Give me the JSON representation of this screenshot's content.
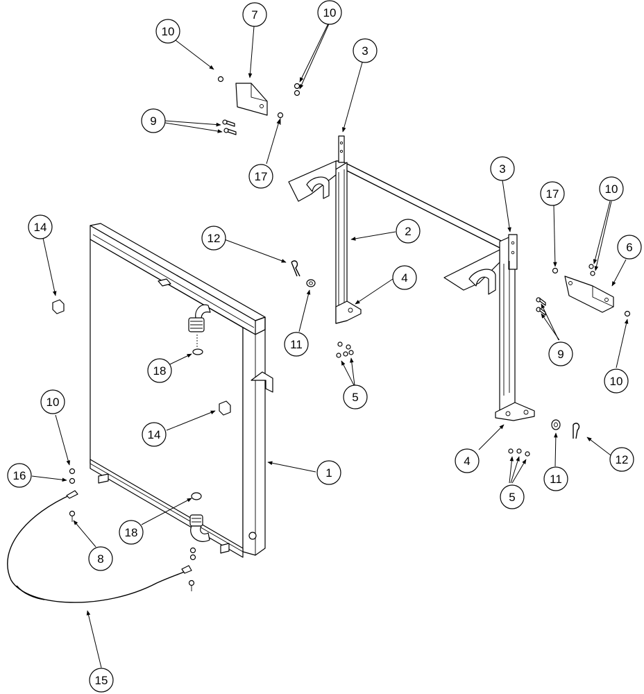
{
  "callouts": [
    {
      "id": "c1",
      "label": "1"
    },
    {
      "id": "c2",
      "label": "2"
    },
    {
      "id": "c3a",
      "label": "3"
    },
    {
      "id": "c3b",
      "label": "3"
    },
    {
      "id": "c4a",
      "label": "4"
    },
    {
      "id": "c4b",
      "label": "4"
    },
    {
      "id": "c5a",
      "label": "5"
    },
    {
      "id": "c5b",
      "label": "5"
    },
    {
      "id": "c6",
      "label": "6"
    },
    {
      "id": "c7",
      "label": "7"
    },
    {
      "id": "c8",
      "label": "8"
    },
    {
      "id": "c9a",
      "label": "9"
    },
    {
      "id": "c9b",
      "label": "9"
    },
    {
      "id": "c10a",
      "label": "10"
    },
    {
      "id": "c10b",
      "label": "10"
    },
    {
      "id": "c10c",
      "label": "10"
    },
    {
      "id": "c10d",
      "label": "10"
    },
    {
      "id": "c10e",
      "label": "10"
    },
    {
      "id": "c11a",
      "label": "11"
    },
    {
      "id": "c11b",
      "label": "11"
    },
    {
      "id": "c12a",
      "label": "12"
    },
    {
      "id": "c12b",
      "label": "12"
    },
    {
      "id": "c14a",
      "label": "14"
    },
    {
      "id": "c14b",
      "label": "14"
    },
    {
      "id": "c15",
      "label": "15"
    },
    {
      "id": "c16",
      "label": "16"
    },
    {
      "id": "c17a",
      "label": "17"
    },
    {
      "id": "c17b",
      "label": "17"
    },
    {
      "id": "c18a",
      "label": "18"
    },
    {
      "id": "c18b",
      "label": "18"
    }
  ]
}
